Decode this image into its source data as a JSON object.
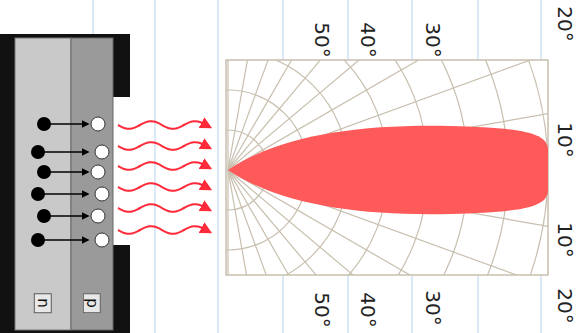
{
  "diagram": {
    "nodes": [
      {
        "text": [
          "n"
        ]
      },
      {
        "text": [
          "p"
        ]
      }
    ],
    "labels": [
      "50°",
      "40°",
      "30°",
      "20°",
      "10°",
      "10°",
      "20°",
      "30°",
      "40°",
      "50°"
    ]
  }
}
